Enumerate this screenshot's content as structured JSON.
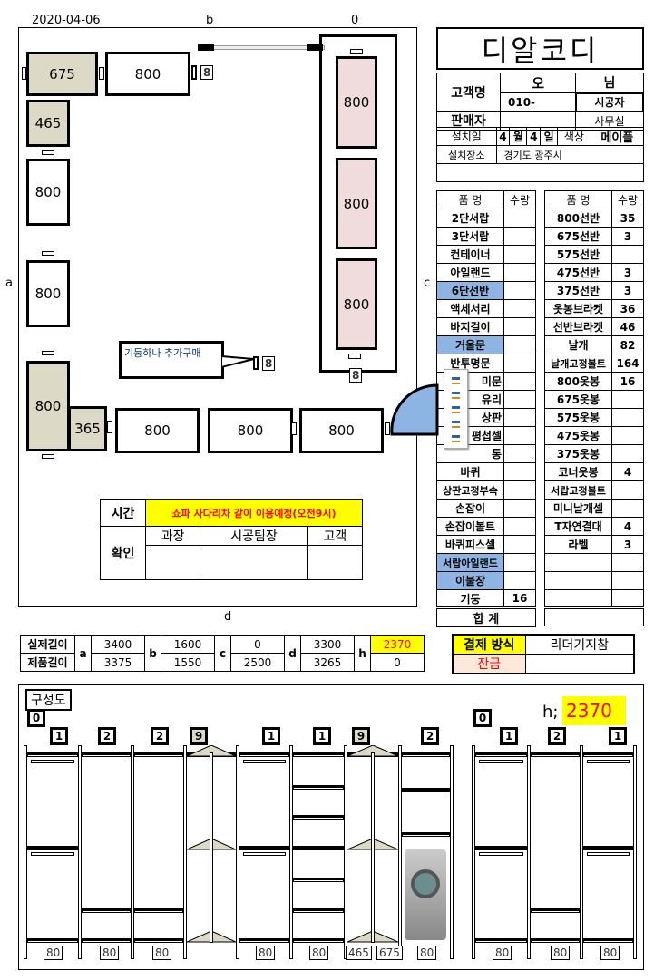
{
  "header": {
    "date": "2020-04-06",
    "label_b": "b",
    "label_0": "0",
    "title": "디알코디"
  },
  "plan": {
    "side_a": "a",
    "side_c": "c",
    "side_d": "d",
    "boxes": {
      "b675": "675",
      "b800top": "800",
      "b465": "465",
      "b800l1": "800",
      "b800l2": "800",
      "b800l3": "800",
      "b365": "365",
      "b800bot1": "800",
      "b800bot2": "800",
      "b800bot3": "800",
      "r1": "800",
      "r2": "800",
      "r3": "800"
    },
    "pillar_tags": [
      "8",
      "8",
      "8"
    ],
    "callout": "기둥하나 추가구매"
  },
  "customer": {
    "name_label": "고객명",
    "name": "오",
    "suffix": "님",
    "phone": "010-",
    "installer": "시공자",
    "seller_label": "판매자",
    "office": "사무실",
    "install_date_label": "설치일",
    "month": "4",
    "month_label": "월",
    "day": "4",
    "day_label": "일",
    "color_label": "색상",
    "color": "메이플",
    "place_label": "설치장소",
    "place": "경기도 광주시"
  },
  "products_left": {
    "h_name": "품 명",
    "h_qty": "수량",
    "rows": [
      {
        "name": "2단서랍",
        "qty": ""
      },
      {
        "name": "3단서랍",
        "qty": ""
      },
      {
        "name": "컨테이너",
        "qty": ""
      },
      {
        "name": "아일랜드",
        "qty": ""
      },
      {
        "name": "6단선반",
        "qty": "",
        "hl": true
      },
      {
        "name": "액세서리",
        "qty": ""
      },
      {
        "name": "바지걸이",
        "qty": ""
      },
      {
        "name": "거울문",
        "qty": "",
        "hl": true
      },
      {
        "name": "반투명문",
        "qty": ""
      },
      {
        "name": "미문",
        "qty": ""
      },
      {
        "name": "유리",
        "qty": ""
      },
      {
        "name": "상판",
        "qty": ""
      },
      {
        "name": "평첩셀",
        "qty": ""
      },
      {
        "name": "통",
        "qty": ""
      },
      {
        "name": "바퀴",
        "qty": ""
      },
      {
        "name": "상판고정부속",
        "qty": ""
      },
      {
        "name": "손잡이",
        "qty": ""
      },
      {
        "name": "손잡이볼트",
        "qty": ""
      },
      {
        "name": "바퀴피스셀",
        "qty": ""
      },
      {
        "name": "서랍아일랜드",
        "qty": "",
        "hl": true
      },
      {
        "name": "이불장",
        "qty": "",
        "hl": true
      },
      {
        "name": "기둥",
        "qty": "16"
      }
    ],
    "total": "합  계"
  },
  "products_right": {
    "h_name": "품 명",
    "h_qty": "수량",
    "rows": [
      {
        "name": "800선반",
        "qty": "35"
      },
      {
        "name": "675선반",
        "qty": "3"
      },
      {
        "name": "575선반",
        "qty": ""
      },
      {
        "name": "475선반",
        "qty": "3"
      },
      {
        "name": "375선반",
        "qty": "3"
      },
      {
        "name": "옷봉브라켓",
        "qty": "36"
      },
      {
        "name": "선반브라켓",
        "qty": "46"
      },
      {
        "name": "날개",
        "qty": "82"
      },
      {
        "name": "날개고정볼트",
        "qty": "164"
      },
      {
        "name": "800옷봉",
        "qty": "16"
      },
      {
        "name": "675옷봉",
        "qty": ""
      },
      {
        "name": "575옷봉",
        "qty": ""
      },
      {
        "name": "475옷봉",
        "qty": ""
      },
      {
        "name": "375옷봉",
        "qty": ""
      },
      {
        "name": "코너옷봉",
        "qty": "4"
      },
      {
        "name": "서랍고정볼트",
        "qty": ""
      },
      {
        "name": "미니날개셀",
        "qty": ""
      },
      {
        "name": "T자연결대",
        "qty": "4"
      },
      {
        "name": "라벨",
        "qty": "3"
      },
      {
        "name": "",
        "qty": ""
      },
      {
        "name": "",
        "qty": ""
      },
      {
        "name": "",
        "qty": ""
      }
    ]
  },
  "schedule": {
    "time_label": "시간",
    "time_note": "쇼파 사다리차 같이 이용예정(오전9시)",
    "confirm_label": "확인",
    "roles": [
      "과장",
      "시공팀장",
      "고객"
    ]
  },
  "measure": {
    "actual_label": "실제길이",
    "product_label": "제품길이",
    "cols": [
      {
        "k": "a",
        "actual": "3400",
        "product": "3375"
      },
      {
        "k": "b",
        "actual": "1600",
        "product": "1550"
      },
      {
        "k": "c",
        "actual": "0",
        "product": "2500"
      },
      {
        "k": "d",
        "actual": "3300",
        "product": "3265"
      },
      {
        "k": "h",
        "actual": "2370",
        "product": "0"
      }
    ]
  },
  "payment": {
    "label": "결제 방식",
    "method": "리더기지참",
    "balance_label": "잔금",
    "balance": ""
  },
  "composition": {
    "title": "구성도",
    "h_label": "h;",
    "h_value": "2370",
    "units": [
      {
        "badge": "0",
        "bottom": ""
      },
      {
        "badge": "1",
        "bottom": "80"
      },
      {
        "badge": "2",
        "bottom": "80"
      },
      {
        "badge": "2",
        "bottom": "80"
      },
      {
        "badge": "9",
        "bottom": ""
      },
      {
        "badge": "1",
        "bottom": "80"
      },
      {
        "badge": "1",
        "bottom": "80"
      },
      {
        "badge": "9",
        "bottom": "465"
      },
      {
        "badge": "2",
        "bottom": "675"
      },
      {
        "badge": "",
        "bottom": "80"
      },
      {
        "badge": "0",
        "bottom": ""
      },
      {
        "badge": "1",
        "bottom": "80"
      },
      {
        "badge": "2",
        "bottom": "80"
      },
      {
        "badge": "1",
        "bottom": "80"
      }
    ]
  }
}
